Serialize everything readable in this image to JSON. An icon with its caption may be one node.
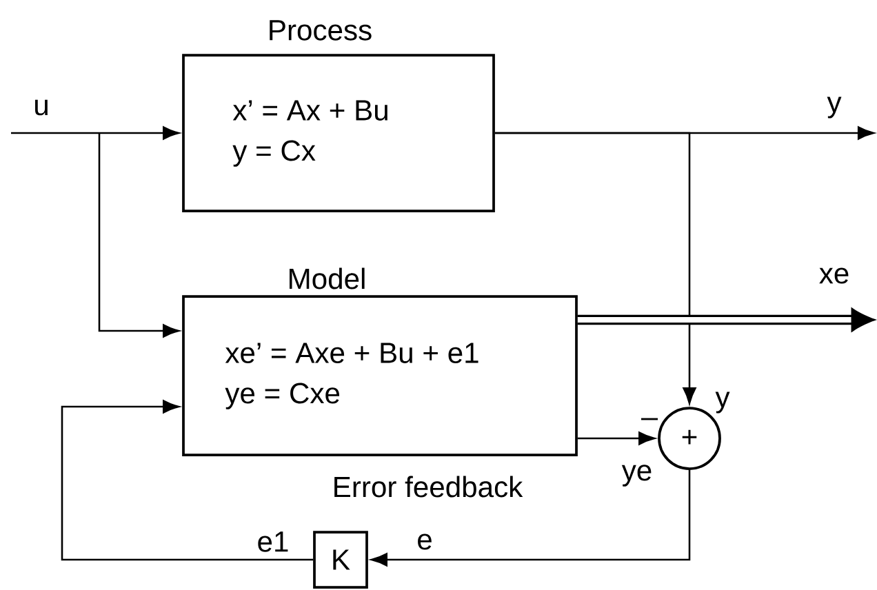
{
  "diagram": {
    "nodes": [
      {
        "text": [
          "Process",
          "x’ = Ax + Bu",
          "y = Cx"
        ]
      },
      {
        "text": [
          "Model",
          "xe’ = Axe + Bu + e1",
          "ye = Cxe"
        ]
      },
      {
        "text": [
          "+"
        ]
      },
      {
        "text": [
          "K"
        ],
        "beside": [
          "Error feedback"
        ]
      }
    ],
    "edges": [
      {
        "from": null,
        "to": 0,
        "arrow": "to",
        "label": "u"
      },
      {
        "from": null,
        "to": 1,
        "arrow": "to"
      },
      {
        "from": 0,
        "to": null,
        "arrow": "to",
        "label": "y"
      },
      {
        "from": 0,
        "to": 2,
        "arrow": "to",
        "label": "y"
      },
      {
        "from": 1,
        "to": null,
        "arrow": "to",
        "label": "xe",
        "style": "thick"
      },
      {
        "from": 1,
        "to": 2,
        "arrow": "to",
        "label": "ye"
      },
      {
        "from": 2,
        "to": 3,
        "arrow": "to",
        "label": "e"
      },
      {
        "from": 3,
        "to": 1,
        "arrow": "to",
        "label": "e1"
      }
    ]
  }
}
